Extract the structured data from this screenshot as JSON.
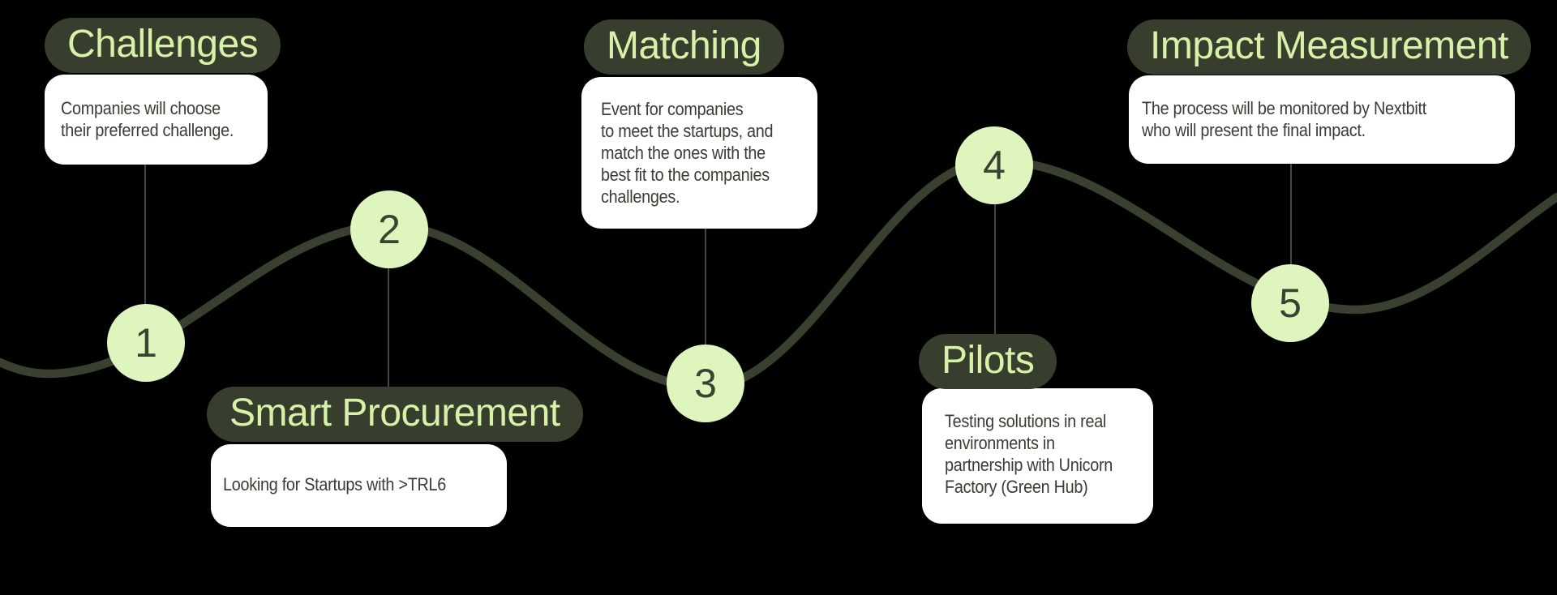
{
  "palette": {
    "background": "#000000",
    "badge_bg": "#383E2D",
    "badge_text": "#D8F1A8",
    "card_bg": "#FFFFFF",
    "card_text": "#383E33",
    "circle_bg": "#DFF5BE",
    "circle_text": "#3A4330",
    "wave": "#3A402F",
    "connector": "#44483C"
  },
  "steps": [
    {
      "number": "1",
      "title": "Challenges",
      "description": "Companies will choose their preferred challenge.",
      "description_lines": [
        "Companies will choose",
        "their preferred challenge."
      ]
    },
    {
      "number": "2",
      "title": "Smart Procurement",
      "description": "Looking for Startups with >TRL6",
      "description_lines": [
        "Looking for Startups with >TRL6"
      ]
    },
    {
      "number": "3",
      "title": "Matching",
      "description": "Event for companies to meet the startups, and match the ones with the best fit to the companies challenges.",
      "description_lines": [
        "Event for companies",
        "to meet the startups, and",
        "match the ones with the",
        "best fit to the companies",
        "challenges."
      ]
    },
    {
      "number": "4",
      "title": "Pilots",
      "description": "Testing solutions in real environments in partnership with Unicorn Factory (Green Hub)",
      "description_lines": [
        "Testing solutions in real",
        "environments in",
        "partnership with Unicorn",
        "Factory (Green Hub)"
      ]
    },
    {
      "number": "5",
      "title": "Impact Measurement",
      "description": "The process will be monitored by Nextbitt who will present the final impact.",
      "description_lines": [
        "The process will be monitored by Nextbitt",
        "who will present the final impact."
      ]
    }
  ]
}
